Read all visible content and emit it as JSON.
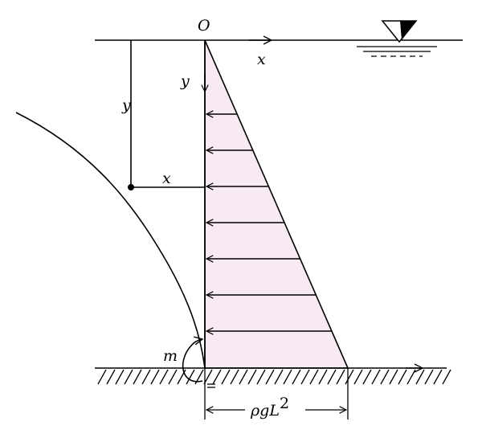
{
  "labels": {
    "origin": "O",
    "x_axis": "x",
    "y_axis": "y",
    "y_dim": "y",
    "x_dim": "x",
    "moment": "m",
    "base_load": "ρgL",
    "base_load_exp": "2"
  },
  "load_arrow_count": 7,
  "colors": {
    "load_fill": "#f7eaf2",
    "line": "#000000"
  }
}
